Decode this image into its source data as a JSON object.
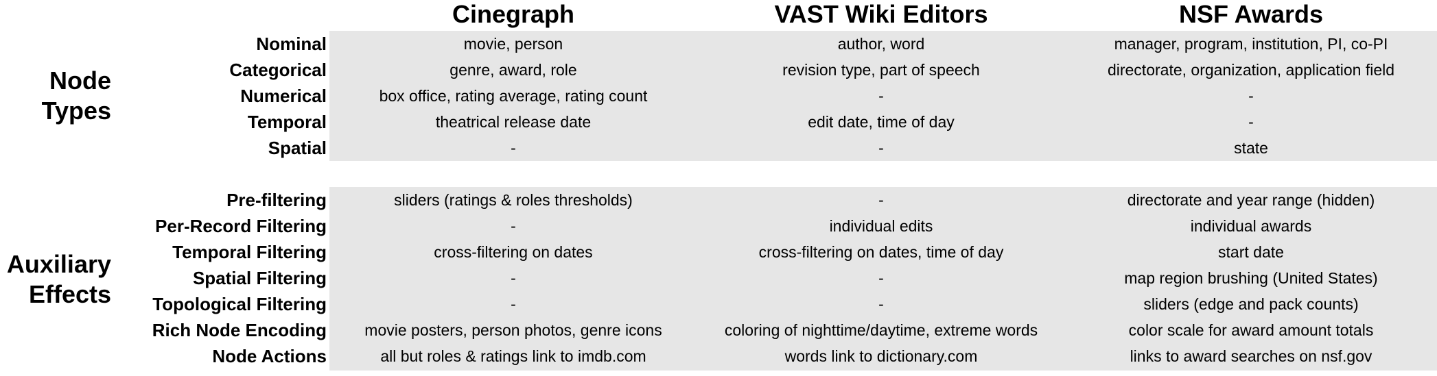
{
  "columns": [
    "Cinegraph",
    "VAST Wiki Editors",
    "NSF Awards"
  ],
  "groups": [
    {
      "title_lines": [
        "Node",
        "Types"
      ],
      "rows": [
        {
          "label": "Nominal",
          "cells": [
            "movie, person",
            "author, word",
            "manager, program, institution, PI, co-PI"
          ]
        },
        {
          "label": "Categorical",
          "cells": [
            "genre, award, role",
            "revision type, part of speech",
            "directorate, organization, application field"
          ]
        },
        {
          "label": "Numerical",
          "cells": [
            "box office, rating average, rating count",
            "-",
            "-"
          ]
        },
        {
          "label": "Temporal",
          "cells": [
            "theatrical release date",
            "edit date, time of day",
            "-"
          ]
        },
        {
          "label": "Spatial",
          "cells": [
            "-",
            "-",
            "state"
          ]
        }
      ]
    },
    {
      "title_lines": [
        "Auxiliary",
        "Effects"
      ],
      "rows": [
        {
          "label": "Pre-filtering",
          "cells": [
            "sliders (ratings & roles thresholds)",
            "-",
            "directorate and year range (hidden)"
          ]
        },
        {
          "label": "Per-Record Filtering",
          "cells": [
            "-",
            "individual edits",
            "individual awards"
          ]
        },
        {
          "label": "Temporal Filtering",
          "cells": [
            "cross-filtering on dates",
            "cross-filtering on dates, time of day",
            "start date"
          ]
        },
        {
          "label": "Spatial Filtering",
          "cells": [
            "-",
            "-",
            "map region brushing (United States)"
          ]
        },
        {
          "label": "Topological Filtering",
          "cells": [
            "-",
            "-",
            "sliders (edge and pack counts)"
          ]
        },
        {
          "label": "Rich Node Encoding",
          "cells": [
            "movie posters, person photos, genre icons",
            "coloring of nighttime/daytime, extreme words",
            "color scale for award amount totals"
          ]
        },
        {
          "label": "Node Actions",
          "cells": [
            "all but roles & ratings link to imdb.com",
            "words link to dictionary.com",
            "links to award searches on nsf.gov"
          ]
        }
      ]
    }
  ]
}
